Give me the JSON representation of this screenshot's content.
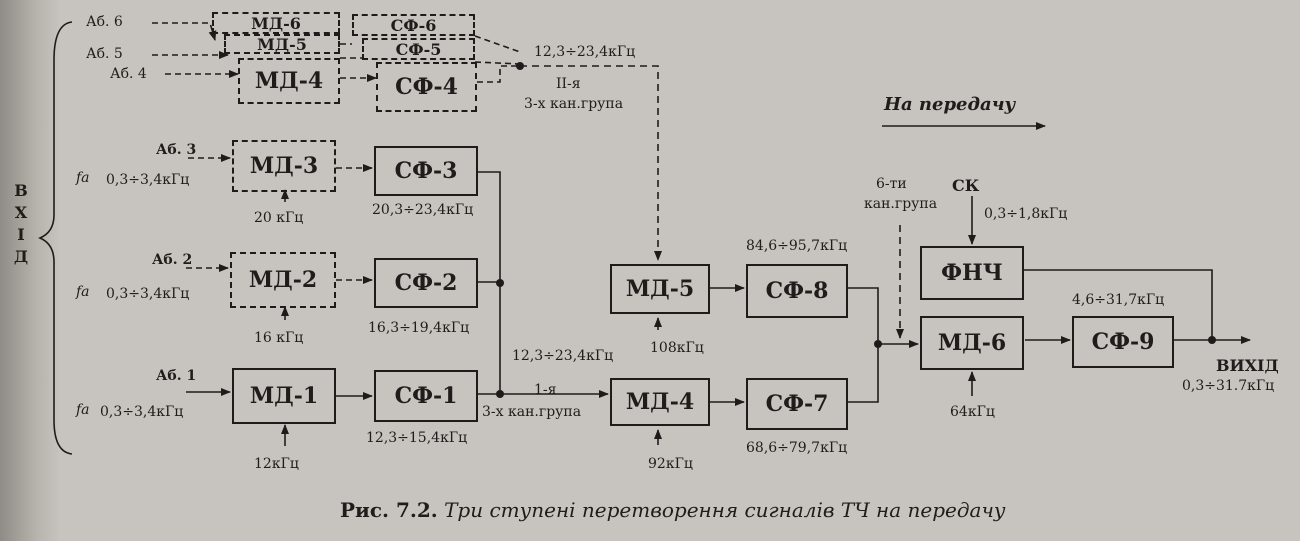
{
  "side_label": [
    "В",
    "Х",
    "І",
    "Д"
  ],
  "inputs": {
    "ab6": "Аб. 6",
    "ab5": "Аб. 5",
    "ab4": "Аб. 4",
    "ab3": "Аб. 3",
    "ab2": "Аб. 2",
    "ab1": "Аб. 1",
    "band": "0,3÷3,4кГц",
    "f_symbol": "fа"
  },
  "blocks": {
    "md6_top": "МД-6",
    "md5_top": "МД-5",
    "md4_top": "МД-4",
    "sf6_top": "СФ-6",
    "sf5_top": "СФ-5",
    "sf4_top": "СФ-4",
    "md3": "МД-3",
    "sf3": "СФ-3",
    "md2": "МД-2",
    "sf2": "СФ-2",
    "md1": "МД-1",
    "sf1": "СФ-1",
    "md5": "МД-5",
    "sf8": "СФ-8",
    "md4": "МД-4",
    "sf7": "СФ-7",
    "fnch": "ФНЧ",
    "md6": "МД-6",
    "sf9": "СФ-9"
  },
  "labels": {
    "group2_band": "12,3÷23,4кГц",
    "group2_name1": "ІІ-я",
    "group2_name2": "3-х кан.група",
    "f20": "20 кГц",
    "sf3_band": "20,3÷23,4кГц",
    "f16": "16 кГц",
    "sf2_band": "16,3÷19,4кГц",
    "f12": "12кГц",
    "sf1_band": "12,3÷15,4кГц",
    "group1_band": "12,3÷23,4кГц",
    "group1_name1": "1-я",
    "group1_name2": "3-х кан.група",
    "f92": "92кГц",
    "f108": "108кГц",
    "sf8_band": "84,6÷95,7кГц",
    "sf7_band": "68,6÷79,7кГц",
    "six_group1": "6-ти",
    "six_group2": "кан.група",
    "sk": "СК",
    "sk_band": "0,3÷1,8кГц",
    "f64": "64кГц",
    "sf9_band": "4,6÷31,7кГц",
    "out": "ВИХІД",
    "out_band": "0,3÷31.7кГц",
    "direction": "На передачу"
  },
  "caption": {
    "number": "Рис. 7.2.",
    "text": "Три ступені перетворення сигналів ТЧ на передачу"
  }
}
